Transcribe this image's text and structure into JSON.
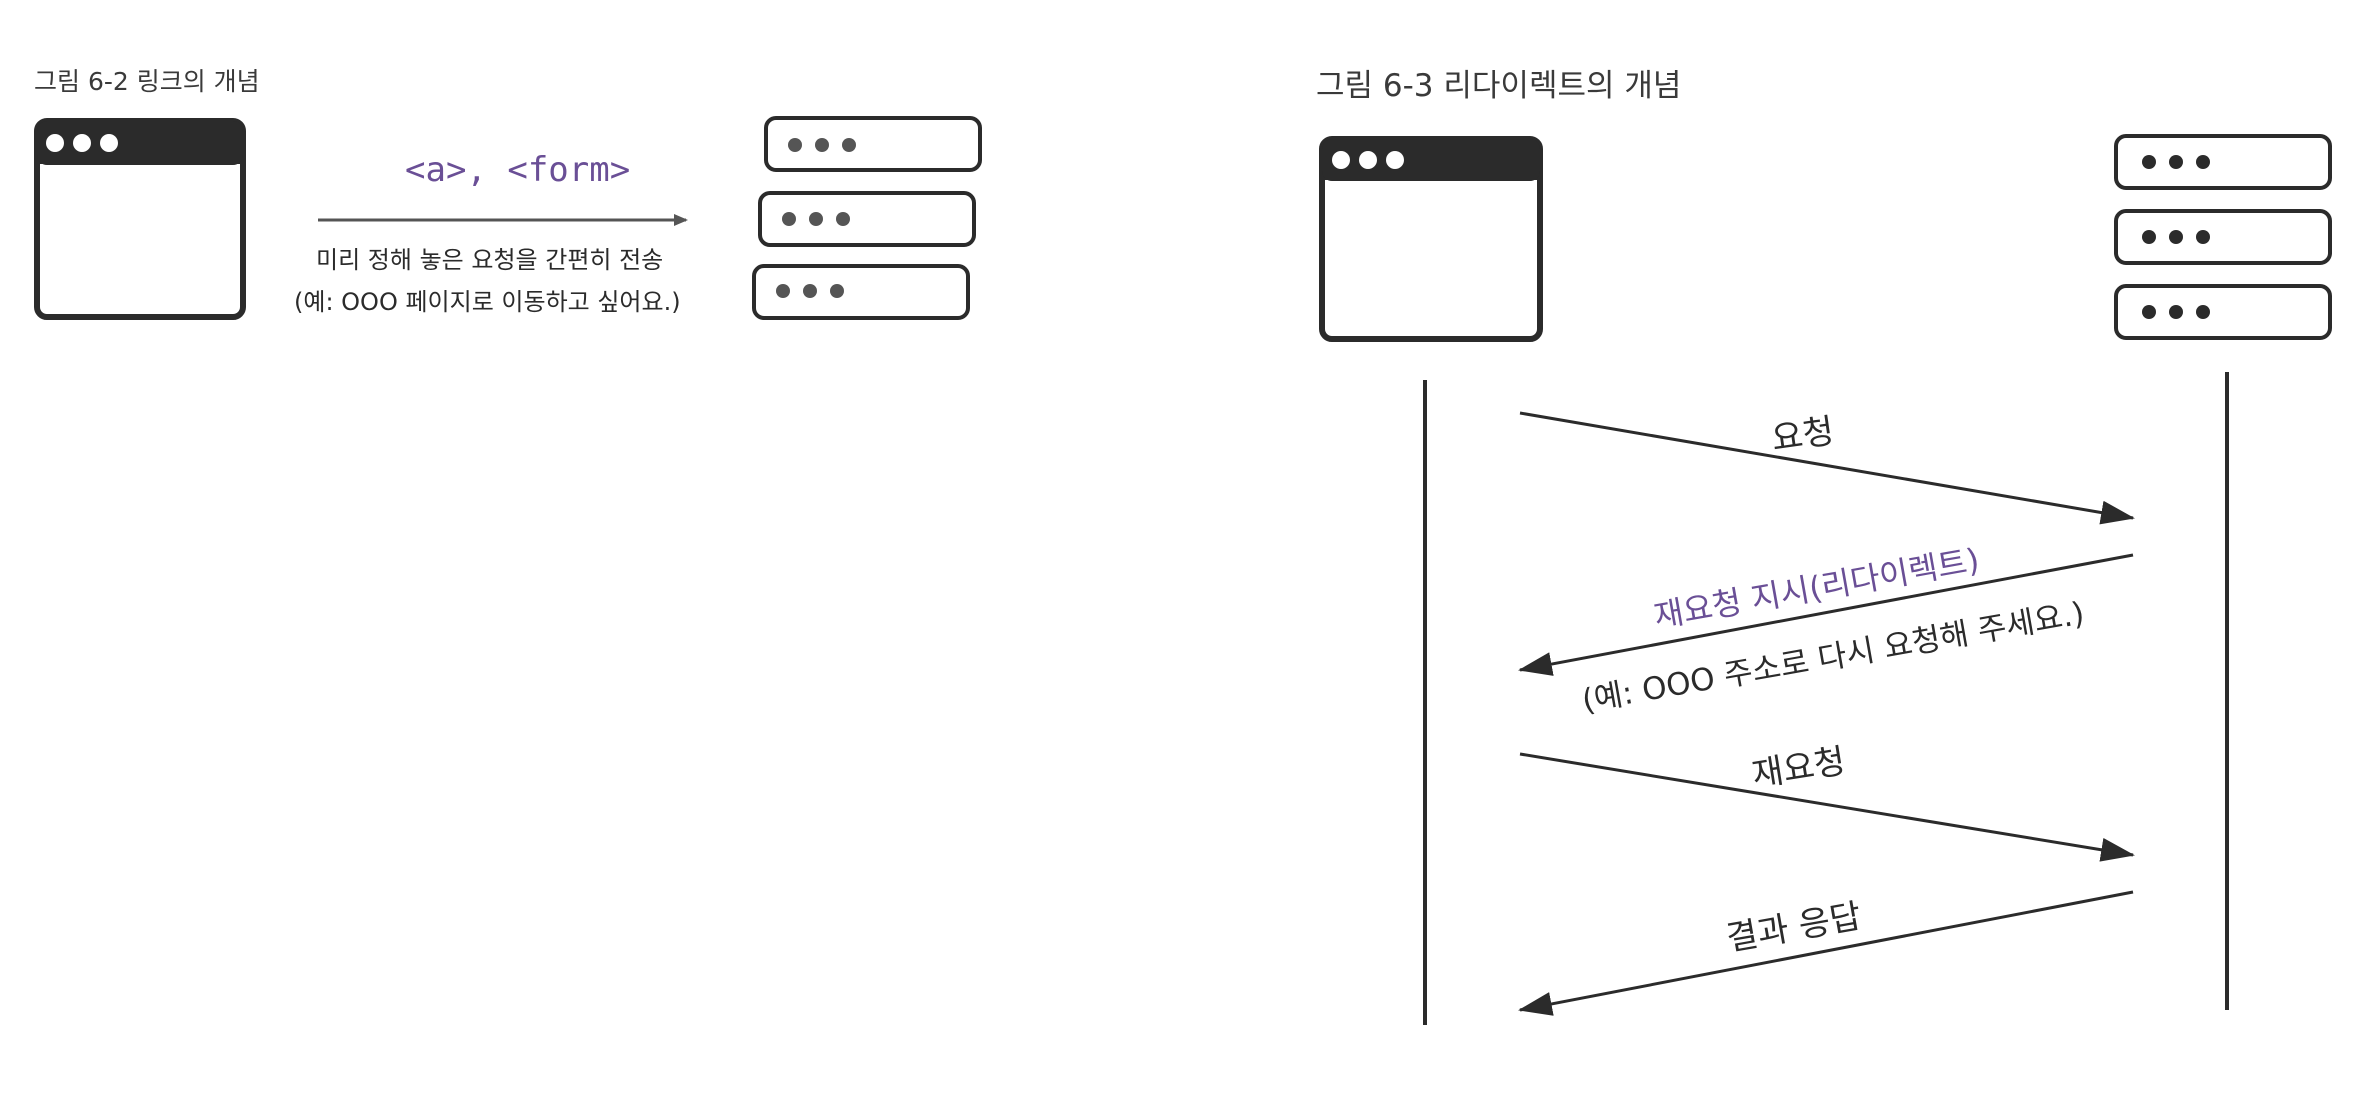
{
  "figure_left": {
    "title": "그림 6-2  링크의 개념",
    "tags_label": "<a>, <form>",
    "description_line1": "미리 정해 놓은 요청을 간편히 전송",
    "description_line2": "(예: OOO 페이지로 이동하고 싶어요.)"
  },
  "figure_right": {
    "title": "그림 6-3  리다이렉트의 개념",
    "messages": {
      "request": "요청",
      "redirect_instruction": "재요청 지시(리다이렉트)",
      "redirect_example": "(예: OOO 주소로 다시 요청해 주세요.)",
      "re_request": "재요청",
      "result_response": "결과 응답"
    }
  },
  "colors": {
    "ink": "#2b2b2b",
    "accent_purple": "#6a4f96",
    "arrow_gray": "#555555"
  }
}
